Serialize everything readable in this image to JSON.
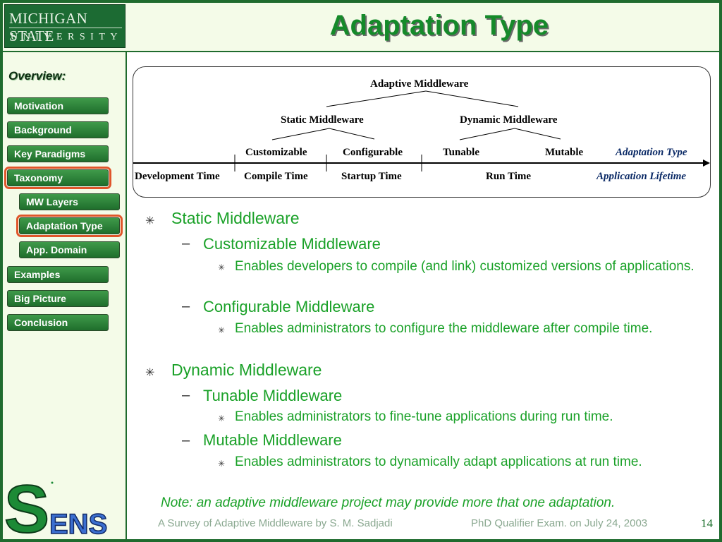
{
  "logo": {
    "line1": "MICHIGAN STATE",
    "line2": "UNIVERSITY"
  },
  "slide_title": "Adaptation Type",
  "sidebar": {
    "heading": "Overview:",
    "items": [
      {
        "label": "Motivation"
      },
      {
        "label": "Background"
      },
      {
        "label": "Key Paradigms"
      },
      {
        "label": "Taxonomy"
      },
      {
        "label": "MW Layers"
      },
      {
        "label": "Adaptation Type"
      },
      {
        "label": "App. Domain"
      },
      {
        "label": "Examples"
      },
      {
        "label": "Big Picture"
      },
      {
        "label": "Conclusion"
      }
    ]
  },
  "diagram": {
    "root": "Adaptive Middleware",
    "static": "Static Middleware",
    "dynamic": "Dynamic Middleware",
    "types": [
      "Customizable",
      "Configurable",
      "Tunable",
      "Mutable"
    ],
    "type_axis": "Adaptation Type",
    "times": [
      "Development Time",
      "Compile Time",
      "Startup Time",
      "Run Time"
    ],
    "time_axis": "Application Lifetime"
  },
  "bullets": {
    "b1": "Static Middleware",
    "b1a": "Customizable Middleware",
    "b1a1": "Enables developers to compile (and link) customized versions of applications.",
    "b1b": "Configurable Middleware",
    "b1b1": "Enables administrators to configure the middleware after compile time.",
    "b2": "Dynamic Middleware",
    "b2a": "Tunable Middleware",
    "b2a1": "Enables administrators to fine-tune applications during run time.",
    "b2b": "Mutable Middleware",
    "b2b1": "Enables administrators to dynamically adapt applications at run time."
  },
  "note": "Note: an adaptive middleware project may provide more that one adaptation.",
  "footer": {
    "left": "A Survey of Adaptive Middleware by S. M. Sadjadi",
    "right": "PhD Qualifier Exam. on  July 24, 2003",
    "page": "14"
  },
  "brand": "SENS",
  "colors": {
    "accent_green": "#1aa128",
    "dark_green": "#1f6b2e",
    "active_outline": "#e0552a"
  }
}
